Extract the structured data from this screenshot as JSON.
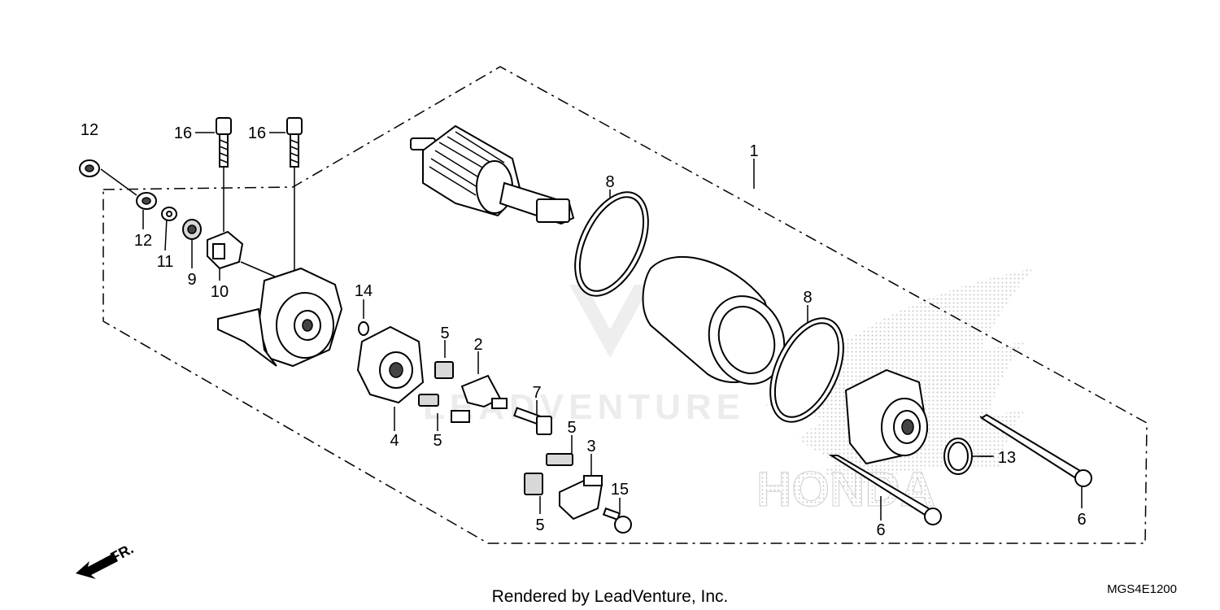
{
  "diagram": {
    "footer_text": "Rendered by LeadVenture, Inc.",
    "diagram_code": "MGS4E1200",
    "front_marker": "FR.",
    "callouts": {
      "c1": "1",
      "c2": "2",
      "c3": "3",
      "c4": "4",
      "c5a": "5",
      "c5b": "5",
      "c5c": "5",
      "c5d": "5",
      "c6a": "6",
      "c6b": "6",
      "c7": "7",
      "c8a": "8",
      "c8b": "8",
      "c9": "9",
      "c10": "10",
      "c11": "11",
      "c12a": "12",
      "c12b": "12",
      "c13": "13",
      "c14": "14",
      "c15": "15",
      "c16a": "16",
      "c16b": "16"
    },
    "watermarks": {
      "leadventure": "LEADVENTURE",
      "honda": "HONDA"
    }
  }
}
